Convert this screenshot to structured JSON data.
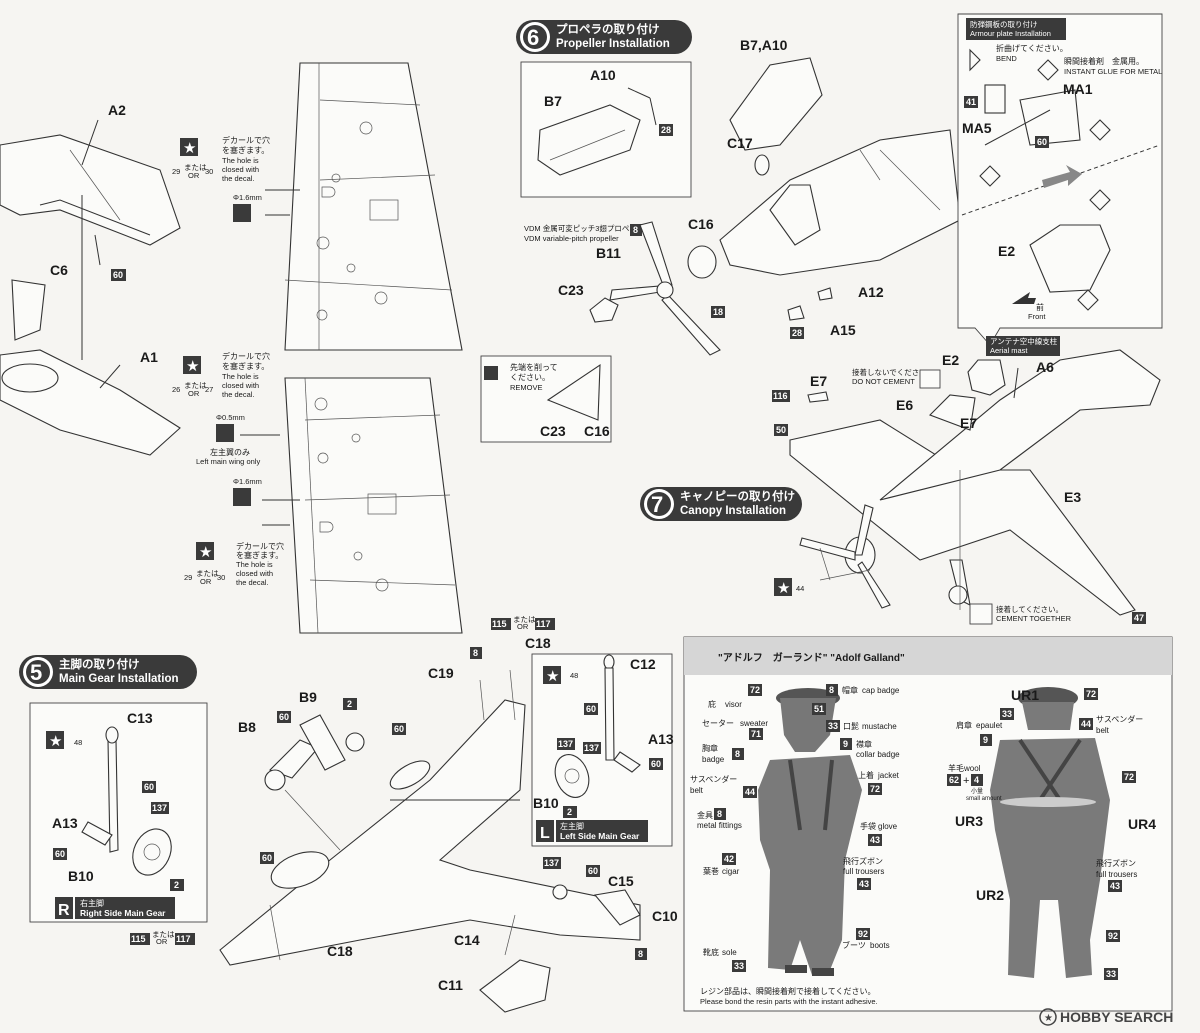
{
  "steps": {
    "s5": {
      "num": "5",
      "jp": "主脚の取り付け",
      "en": "Main Gear Installation"
    },
    "s6": {
      "num": "6",
      "jp": "プロペラの取り付け",
      "en": "Propeller Installation"
    },
    "s7": {
      "num": "7",
      "jp": "キャノピーの取り付け",
      "en": "Canopy Installation"
    }
  },
  "parts": {
    "A2": "A2",
    "C6": "C6",
    "A1": "A1",
    "B7A10": "B7,A10",
    "A10": "A10",
    "B7": "B7",
    "C17": "C17",
    "C16": "C16",
    "B11": "B11",
    "C23": "C23",
    "A12": "A12",
    "A15": "A15",
    "MA1": "MA1",
    "MA5": "MA5",
    "E2": "E2",
    "E2b": "E2",
    "A6": "A6",
    "E7": "E7",
    "E7b": "E7",
    "E6": "E6",
    "E3": "E3",
    "C23b": "C23",
    "C16b": "C16",
    "C13": "C13",
    "A13": "A13",
    "B10": "B10",
    "B8": "B8",
    "B9": "B9",
    "C19": "C19",
    "C18": "C18",
    "C12": "C12",
    "A13b": "A13",
    "B10b": "B10",
    "C15": "C15",
    "C10": "C10",
    "C14": "C14",
    "C11": "C11",
    "C18b": "C18"
  },
  "numbers": {
    "n60a": "60",
    "n60b": "60",
    "n60c": "60",
    "n60d": "60",
    "n60e": "60",
    "n60f": "60",
    "n60g": "60",
    "n60h": "60",
    "n28a": "28",
    "n28b": "28",
    "n8a": "8",
    "n18": "18",
    "n41": "41",
    "n116": "116",
    "n50": "50",
    "n47": "47",
    "n44": "44",
    "n48a": "48",
    "n48b": "48",
    "n137a": "137",
    "n137b": "137",
    "n137c": "137",
    "n137d": "137",
    "n2a": "2",
    "n2b": "2",
    "n2c": "2",
    "n8b": "8",
    "n8c": "8",
    "n115a": "115",
    "n117a": "117",
    "n115b": "115",
    "n117b": "117"
  },
  "decal_notes": {
    "note1": [
      "デカールで穴",
      "を塞ぎます。",
      "The hole is",
      "closed with",
      "the decal."
    ],
    "or1": [
      "29",
      "または",
      "OR",
      "30"
    ],
    "or2": [
      "26",
      "または",
      "OR",
      "27"
    ],
    "or3": [
      "29",
      "または",
      "OR",
      "30"
    ],
    "drill1": "Φ1.6mm",
    "drill2": "Φ0.5mm",
    "drill3": "Φ1.6mm",
    "left_only_jp": "左主翼のみ",
    "left_only_en": "Left main wing only"
  },
  "step6": {
    "prop_jp": "VDM 金属可変ピッチ3翅プロペラ",
    "prop_en": "VDM variable-pitch propeller",
    "remove_jp": [
      "先端を削って",
      "ください。"
    ],
    "remove_en": "REMOVE"
  },
  "armour": {
    "title_jp": "防弾鋼板の取り付け",
    "title_en": "Armour plate Installation",
    "bend_jp": "折曲げてください。",
    "bend_en": "BEND",
    "glue_jp": "瞬間接着剤　金属用。",
    "glue_en": "INSTANT GLUE FOR METAL",
    "front_jp": "前",
    "front_en": "Front"
  },
  "step7": {
    "mast_jp": "アンテナ空中線支柱",
    "mast_en": "Aerial mast",
    "dnc_jp": "接着しないでください。",
    "dnc_en": "DO NOT CEMENT",
    "ct_jp": "接着してください。",
    "ct_en": "CEMENT TOGETHER"
  },
  "gear": {
    "right_letter": "R",
    "right_jp": "右主脚",
    "right_en": "Right Side Main Gear",
    "left_letter": "L",
    "left_jp": "左主脚",
    "left_en": "Left Side Main Gear",
    "or_jp": "または",
    "or_en": "OR"
  },
  "figure": {
    "title": "\"アドルフ　ガーランド\" \"Adolf Galland\"",
    "front_labels": [
      {
        "jp": "庇",
        "en": "visor",
        "n": "72"
      },
      {
        "jp": "セーター",
        "en": "sweater",
        "n": "71"
      },
      {
        "jp": "胸章",
        "en": "badge",
        "n": "8"
      },
      {
        "jp": "サスペンダー",
        "en": "belt",
        "n": "44"
      },
      {
        "jp": "金具",
        "en": "metal fittings",
        "n": "8"
      },
      {
        "jp": "葉巻",
        "en": "cigar",
        "n": "42"
      },
      {
        "jp": "靴底",
        "en": "sole",
        "n": "33"
      }
    ],
    "right_labels": [
      {
        "jp": "帽章",
        "en": "cap badge",
        "n": "8"
      },
      {
        "jp": "口髭",
        "en": "mustache",
        "n": "33"
      },
      {
        "jp": "襟章",
        "en": "collar badge",
        "n": "9"
      },
      {
        "jp": "上着",
        "en": "jacket",
        "n": "72"
      },
      {
        "jp": "手袋",
        "en": "glove",
        "n": "43"
      },
      {
        "jp": "飛行ズボン",
        "en": "full trousers",
        "n": "43"
      },
      {
        "jp": "ブーツ",
        "en": "boots",
        "n": "92"
      }
    ],
    "top_n1": "72",
    "top_n2": "51",
    "back_labels": {
      "UR1": "UR1",
      "UR2": "UR2",
      "UR3": "UR3",
      "UR4": "UR4",
      "epaulet_jp": "肩章",
      "epaulet_en": "epaulet",
      "epaulet_n": "9",
      "suspender_jp": "サスペンダー",
      "suspender_en": "belt",
      "suspender_n": "44",
      "wool_jp": "羊毛",
      "wool_en": "wool",
      "wool_a": "62",
      "wool_plus": "+",
      "wool_b": "4",
      "wool_small_jp": "小量",
      "wool_small_en": "small amount",
      "jacket_n": "72",
      "top_n": "72",
      "n33a": "33",
      "n33b": "33",
      "trousers_jp": "飛行ズボン",
      "trousers_en": "full trousers",
      "trousers_n": "43",
      "boots_n": "92"
    },
    "note_jp": "レジン部品は、瞬間接着剤で接着してください。",
    "note_en": "Please bond the resin parts with the instant adhesive."
  },
  "watermark": "HOBBY SEARCH"
}
